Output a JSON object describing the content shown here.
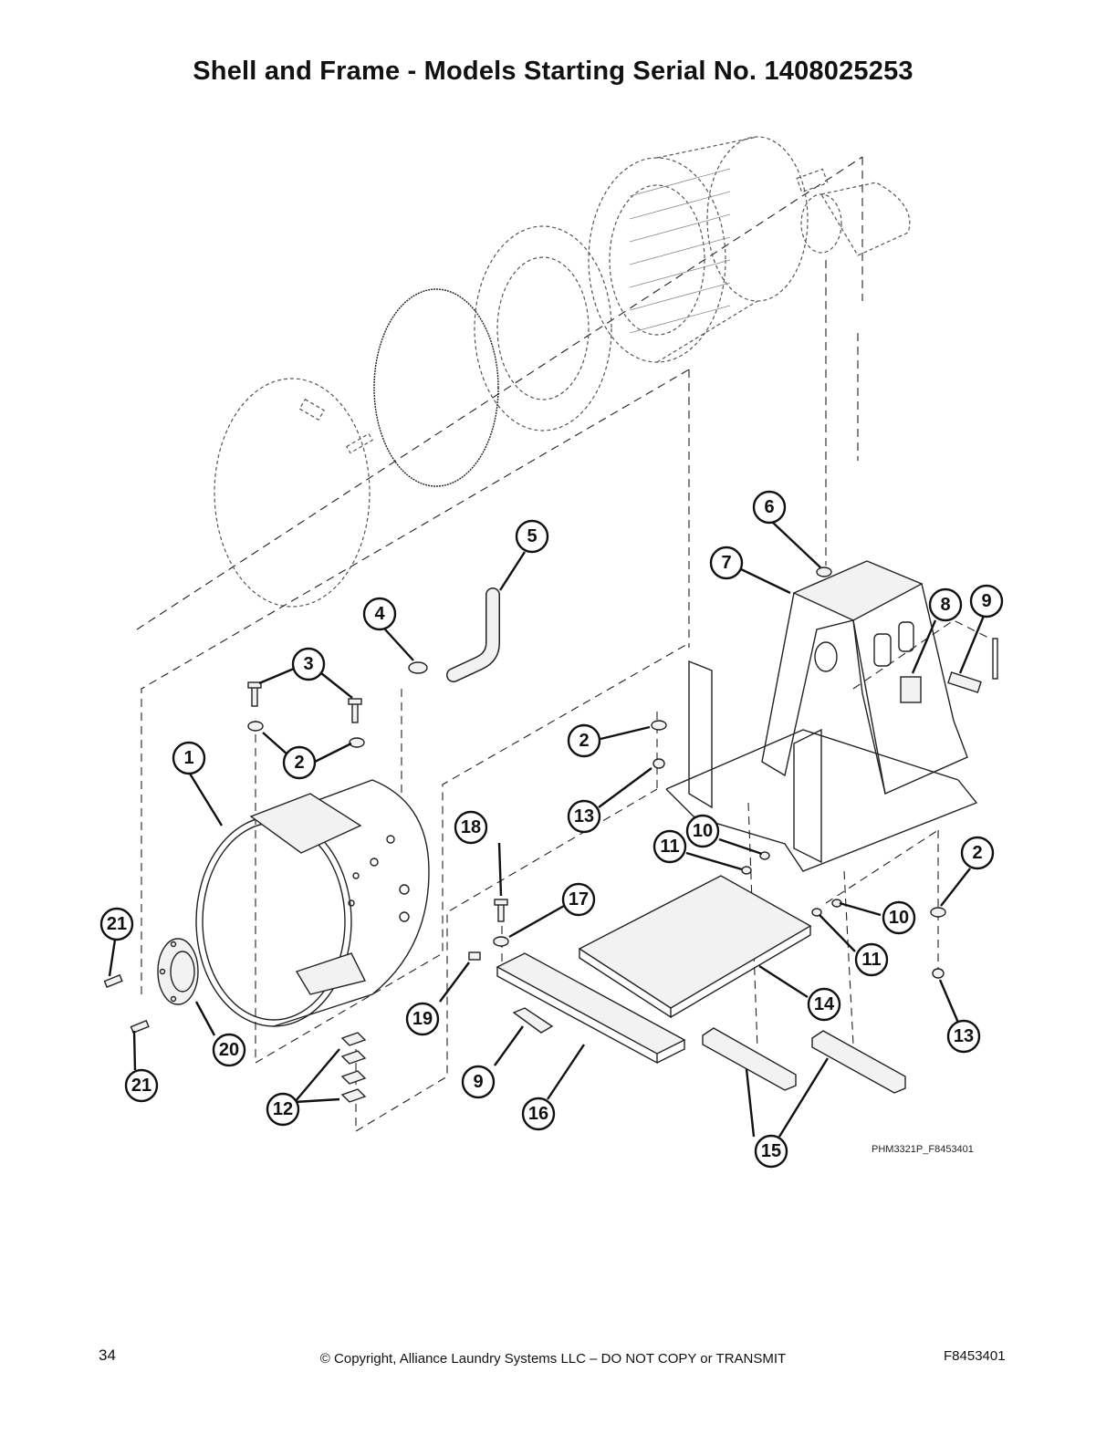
{
  "page": {
    "title": "Shell and Frame - Models Starting Serial No. 1408025253",
    "figure_id": "PHM3321P_F8453401",
    "footer": {
      "page_number": "34",
      "copyright": "© Copyright, Alliance Laundry Systems LLC – DO NOT COPY or TRANSMIT",
      "doc_id": "F8453401"
    }
  },
  "callouts": [
    "1",
    "2",
    "3",
    "4",
    "5",
    "6",
    "7",
    "8",
    "9",
    "10",
    "11",
    "12",
    "13",
    "14",
    "15",
    "16",
    "17",
    "18",
    "19",
    "20",
    "21"
  ]
}
